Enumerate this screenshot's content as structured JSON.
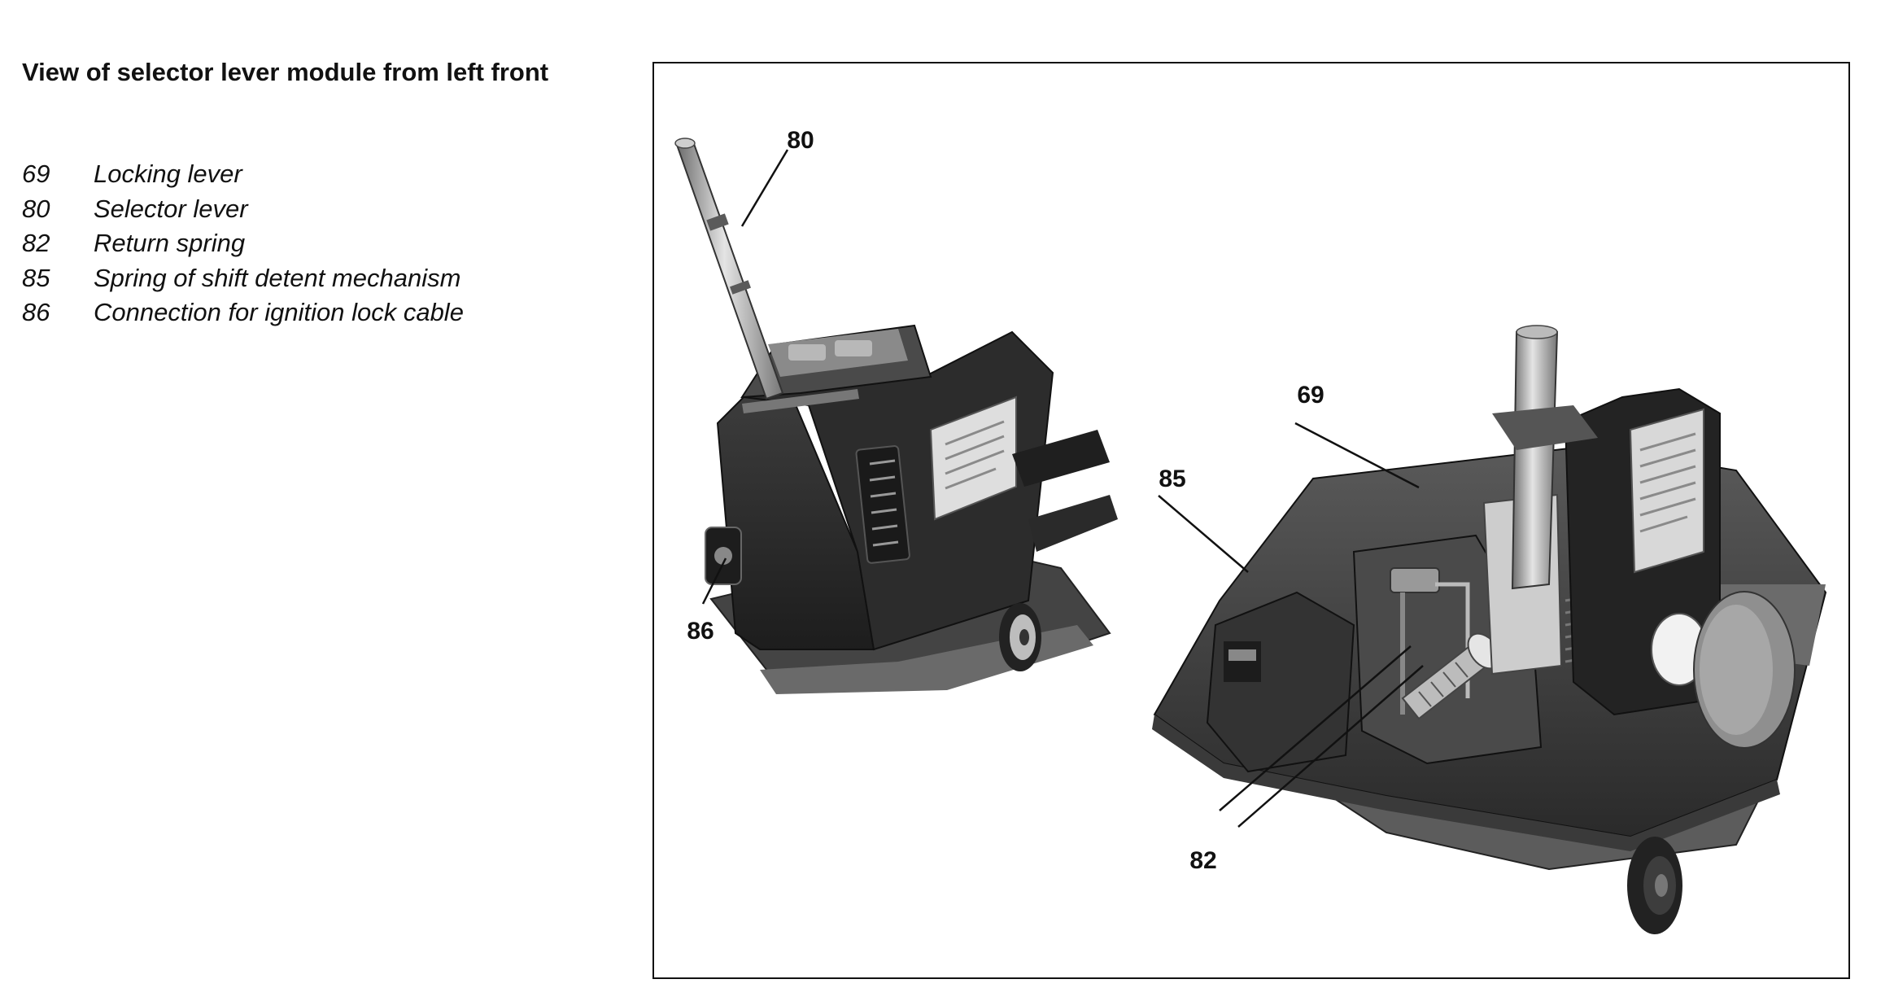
{
  "title": "View of selector lever module from left front",
  "legend": [
    {
      "num": "69",
      "label": "Locking lever"
    },
    {
      "num": "80",
      "label": "Selector lever"
    },
    {
      "num": "82",
      "label": "Return spring"
    },
    {
      "num": "85",
      "label": "Spring of shift detent mechanism"
    },
    {
      "num": "86",
      "label": "Connection for ignition lock cable"
    }
  ],
  "callouts": {
    "c80": "80",
    "c86": "86",
    "c69": "69",
    "c85": "85",
    "c82": "82"
  }
}
